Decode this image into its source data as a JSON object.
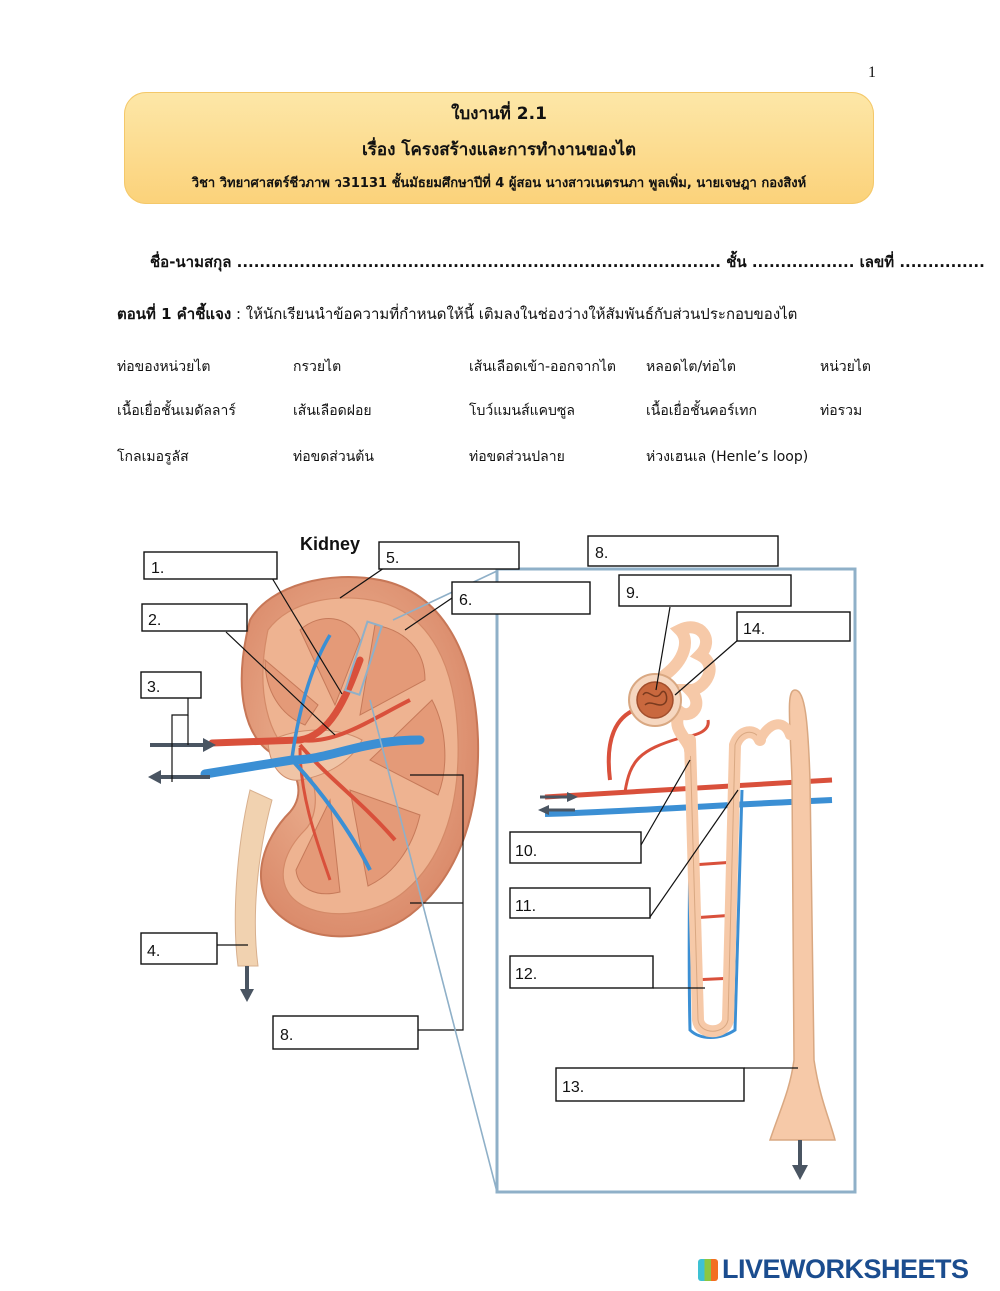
{
  "page_number": "1",
  "header": {
    "line1": "ใบงานที่ 2.1",
    "line2": "เรื่อง โครงสร้างและการทำงานของไต",
    "line3": "วิชา วิทยาศาสตร์ชีวภาพ ว31131 ชั้นมัธยมศึกษาปีที่ 4  ผู้สอน นางสาวเนตรนภา  พูลเพิ่ม, นายเจษฎา กองสิงห์"
  },
  "name_line": "ชื่อ-นามสกุล ..................................................................................... ชั้น .................. เลขที่ ...............",
  "instructions": {
    "label": "ตอนที่ 1 คำชี้แจง",
    "text": " : ให้นักเรียนนำข้อความที่กำหนดให้นี้ เติมลงในช่องว่างให้สัมพันธ์กับส่วนประกอบของไต"
  },
  "word_bank": [
    [
      "ท่อของหน่วยไต",
      "กรวยไต",
      "เส้นเลือดเข้า-ออกจากไต",
      "หลอดไต/ท่อไต",
      "หน่วยไต"
    ],
    [
      "เนื้อเยื่อชั้นเมดัลลาร์",
      "เส้นเลือดฝอย",
      "โบว์แมนส์แคบซูล",
      "เนื้อเยื่อชั้นคอร์เทก",
      "ท่อรวม"
    ],
    [
      "โกลเมอรูลัส",
      "ท่อขดส่วนต้น",
      "ท่อขดส่วนปลาย",
      "ห่วงเฮนเล (Henle’s loop)"
    ]
  ],
  "diagram": {
    "title": "Kidney",
    "labels": {
      "l1": "1.",
      "l2": "2.",
      "l3": "3.",
      "l4": "4.",
      "l5": "5.",
      "l6": "6.",
      "l8a": "8.",
      "l8b": "8.",
      "l9": "9.",
      "l10": "10.",
      "l11": "11.",
      "l12": "12.",
      "l13": "13.",
      "l14": "14."
    },
    "colors": {
      "artery": "#d9503b",
      "vein": "#3b8fd4",
      "kidney": "#e9a07d",
      "tubule": "#f6c9a8",
      "frame": "#8fb0c8"
    }
  },
  "watermark": "LIVEWORKSHEETS"
}
